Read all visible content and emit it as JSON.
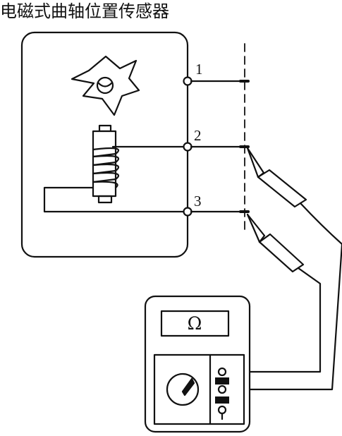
{
  "title": "电磁式曲轴位置传感器",
  "terminals": [
    {
      "label": "1"
    },
    {
      "label": "2"
    },
    {
      "label": "3"
    }
  ],
  "meter": {
    "display": "Ω"
  },
  "icons": {
    "trigger_wheel": "four-tooth-trigger-wheel",
    "coil": "pickup-coil",
    "probe": "test-probe",
    "dial": "rotary-selector-dial",
    "jack": "meter-jack"
  },
  "colors": {
    "line": "#111111",
    "background": "#ffffff"
  }
}
